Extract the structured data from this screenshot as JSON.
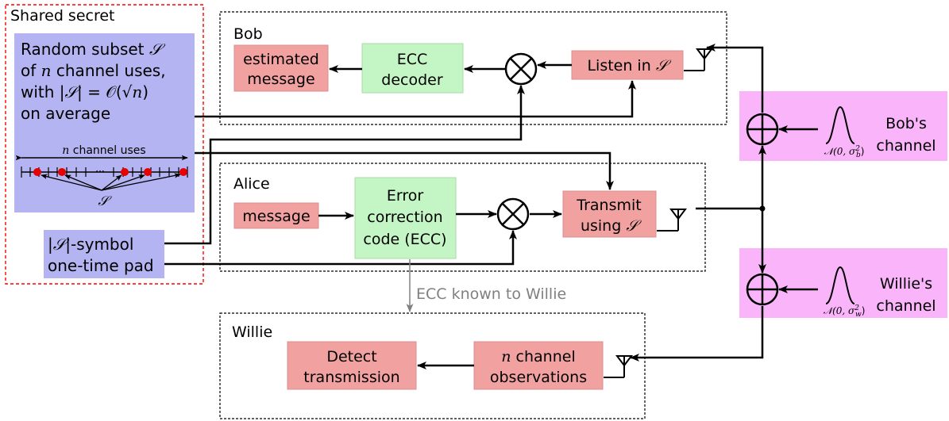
{
  "shared_secret": {
    "title": "Shared secret",
    "subset_text": {
      "line1_pre": "Random subset ",
      "line1_sym": "𝒮",
      "line2_pre": "of ",
      "line2_sym": "n",
      "line2_post": " channel uses,",
      "line3_pre": "with |",
      "line3_sym": "𝒮",
      "line3_post": "| = 𝒪(√",
      "line3_n": "n",
      "line3_end": ")",
      "line4": "on average"
    },
    "channel_uses_n": "n",
    "channel_uses_label": " channel uses",
    "ellipsis": "···",
    "subset_symbol": "𝒮",
    "pad_line1_pre": "|",
    "pad_line1_sym": "𝒮",
    "pad_line1_post": "|-symbol",
    "pad_line2": "one-time pad"
  },
  "bob": {
    "title": "Bob",
    "estimated_line1": "estimated",
    "estimated_line2": "message",
    "decoder_line1": "ECC",
    "decoder_line2": "decoder",
    "listen_pre": "Listen in ",
    "listen_sym": "𝒮"
  },
  "alice": {
    "title": "Alice",
    "message": "message",
    "ecc_line1": "Error",
    "ecc_line2": "correction",
    "ecc_line3": "code (ECC)",
    "transmit_line1": "Transmit",
    "transmit_line2_pre": "using ",
    "transmit_line2_sym": "𝒮"
  },
  "ecc_known_label": "ECC known to Willie",
  "willie": {
    "title": "Willie",
    "detect_line1": "Detect",
    "detect_line2": "transmission",
    "obs_line1_sym": "n",
    "obs_line1_post": " channel",
    "obs_line2": "observations"
  },
  "bob_channel": {
    "noise": "𝒩(0, σ",
    "noise_sub": "b",
    "noise_end": ")",
    "label_line1": "Bob's",
    "label_line2": "channel"
  },
  "willie_channel": {
    "noise": "𝒩(0, σ",
    "noise_sub": "w",
    "noise_end": ")",
    "label_line1": "Willie's",
    "label_line2": "channel"
  },
  "colors": {
    "shared_secret_border": "#ff0000",
    "secret_fill": "#b4b4f2",
    "block_red": "#f2a1a1",
    "block_green": "#c4f5c4",
    "channel_fill": "#fab4fa",
    "gray_arrow": "#808080",
    "dot_red": "#e60000"
  }
}
